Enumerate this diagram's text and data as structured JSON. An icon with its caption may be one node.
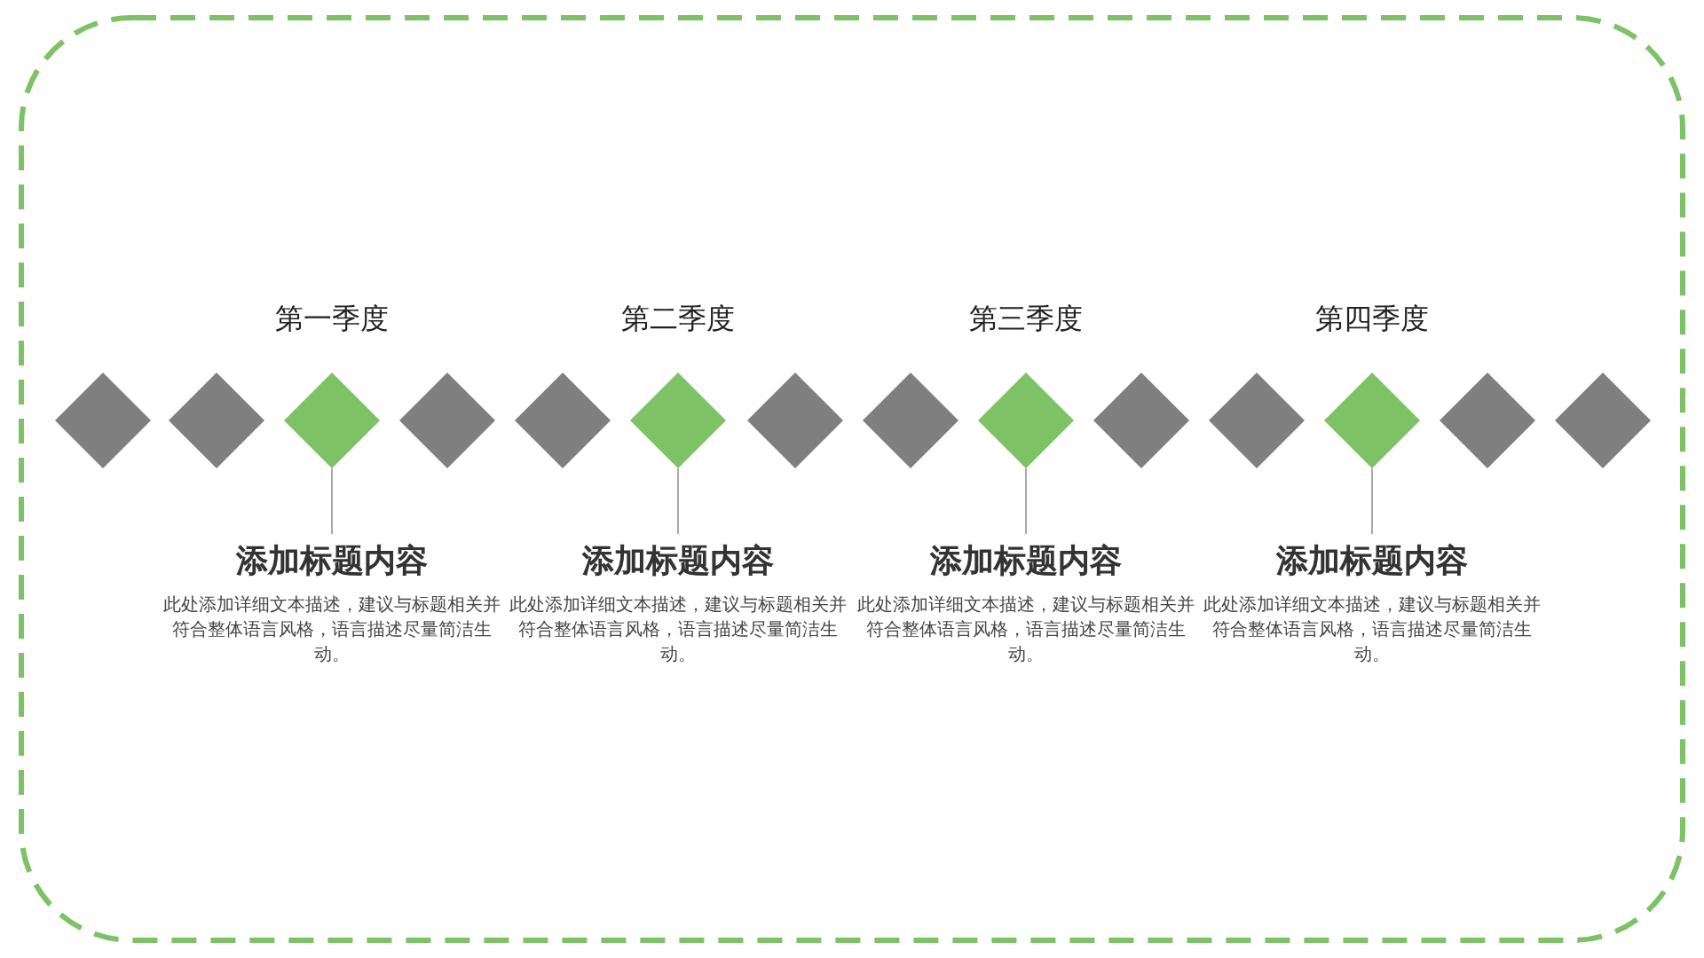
{
  "diagram": {
    "nodes": [
      {
        "text": [],
        "shape": "diamond"
      },
      {
        "text": [],
        "shape": "diamond"
      },
      {
        "text": [
          "第一季度"
        ]
      },
      {
        "text": [],
        "shape": "diamond"
      },
      {
        "text": [],
        "shape": "diamond"
      },
      {
        "text": [
          "第二季度"
        ]
      },
      {
        "text": [],
        "shape": "diamond"
      },
      {
        "text": [],
        "shape": "diamond"
      },
      {
        "text": [
          "第三季度"
        ]
      },
      {
        "text": [],
        "shape": "diamond"
      },
      {
        "text": [],
        "shape": "diamond"
      },
      {
        "text": [
          "第四季度"
        ]
      },
      {
        "text": [],
        "shape": "diamond"
      },
      {
        "text": [],
        "shape": "diamond"
      },
      {
        "text": [
          "添加标题内容",
          "此处添加详细文本描述，建议与标题相关并符合整体语言风格，语言描述尽量简洁生动。"
        ]
      },
      {
        "text": [
          "添加标题内容",
          "此处添加详细文本描述，建议与标题相关并符合整体语言风格，语言描述尽量简洁生动。"
        ]
      },
      {
        "text": [
          "添加标题内容",
          "此处添加详细文本描述，建议与标题相关并符合整体语言风格，语言描述尽量简洁生动。"
        ]
      },
      {
        "text": [
          "添加标题内容",
          "此处添加详细文本描述，建议与标题相关并符合整体语言风格，语言描述尽量简洁生动。"
        ]
      }
    ],
    "edges": [
      {
        "from": 2,
        "to": 14,
        "arrow": "none"
      },
      {
        "from": 5,
        "to": 15,
        "arrow": "none"
      },
      {
        "from": 8,
        "to": 16,
        "arrow": "none"
      },
      {
        "from": 11,
        "to": 17,
        "arrow": "none"
      }
    ]
  }
}
